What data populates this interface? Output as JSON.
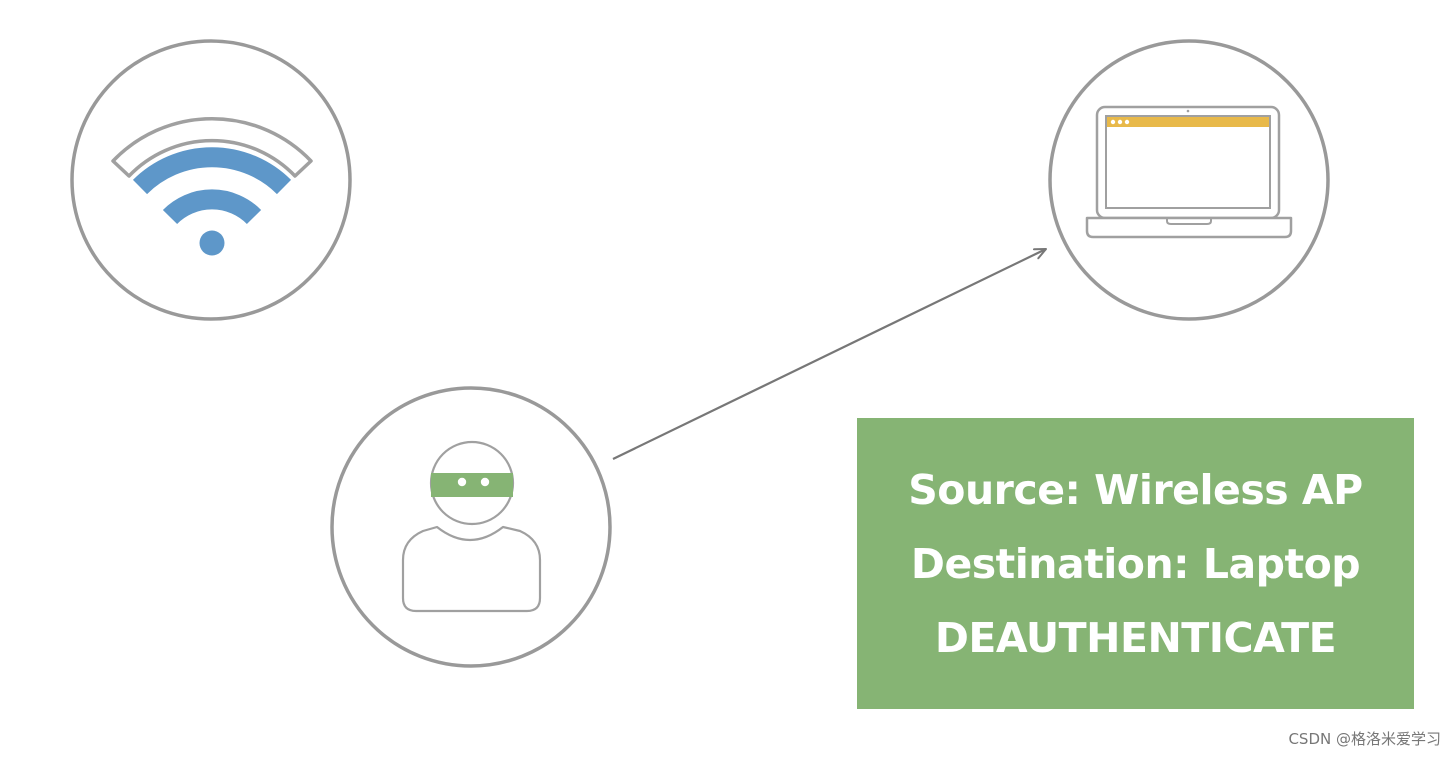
{
  "colors": {
    "wifi_blue": "#5e97c9",
    "outline_gray": "#999999",
    "mask_green": "#86b474",
    "laptop_bar_yellow": "#e8b94a",
    "packet_box_green": "#86b474",
    "packet_text": "#ffffff"
  },
  "nodes": {
    "access_point": {
      "icon": "wifi-icon"
    },
    "laptop": {
      "icon": "laptop-icon"
    },
    "attacker": {
      "icon": "masked-person-icon"
    }
  },
  "edges": [
    {
      "from": "attacker",
      "to": "laptop",
      "style": "arrow"
    }
  ],
  "packet": {
    "source": "Source: Wireless AP",
    "destination": "Destination: Laptop",
    "action": "DEAUTHENTICATE"
  },
  "watermark": "CSDN @格洛米爱学习"
}
